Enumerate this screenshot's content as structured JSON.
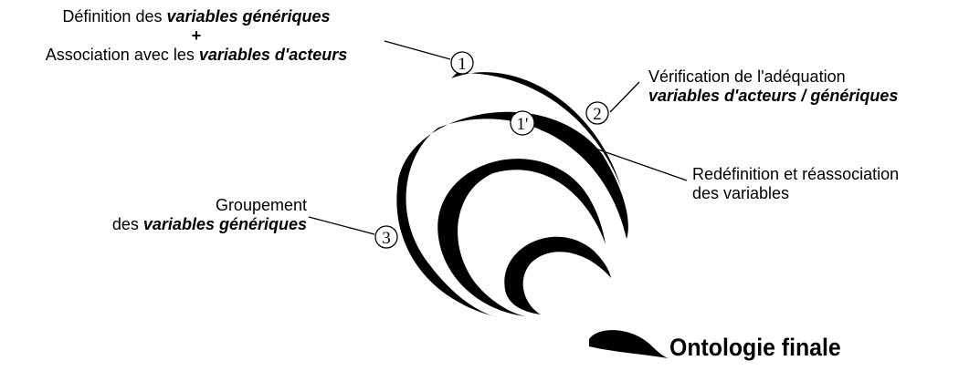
{
  "labels": {
    "step1_line1_prefix": "Définition des ",
    "step1_line1_emph": "variables génériques",
    "step1_plus": "+",
    "step1_line3_prefix": "Association avec les ",
    "step1_line3_emph": "variables d'acteurs",
    "step2_line1": "Vérification de l'adéquation",
    "step2_line2_emph_a": "variables d'acteurs",
    "step2_line2_sep": " / ",
    "step2_line2_emph_b": "génériques",
    "step1b_line1": "Redéfinition et réassociation",
    "step1b_line2": "des variables",
    "step3_line1": "Groupement",
    "step3_line2_prefix": "des ",
    "step3_line2_emph": "variables génériques",
    "final": "Ontologie finale"
  },
  "markers": {
    "m1": "1",
    "m2": "2",
    "m1b": "1'",
    "m3": "3"
  }
}
